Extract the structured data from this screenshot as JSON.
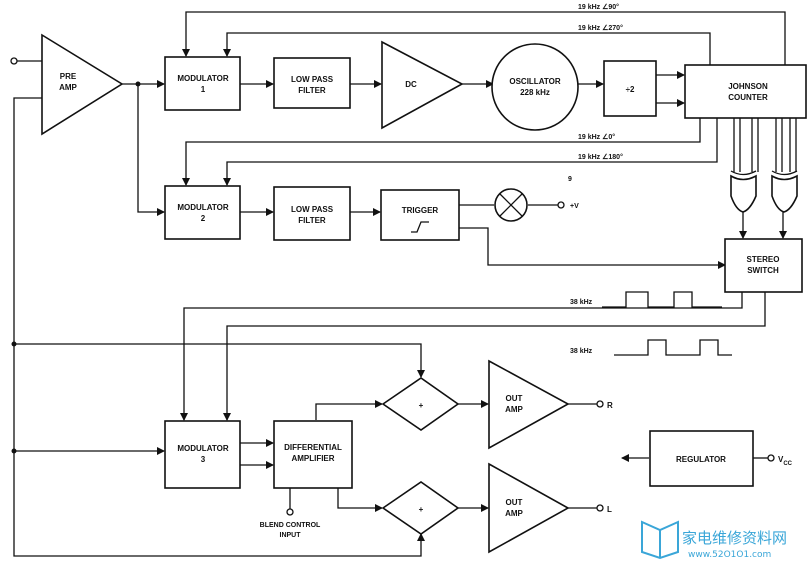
{
  "blocks": {
    "preamp": [
      "PRE",
      "AMP"
    ],
    "modulator1": [
      "MODULATOR",
      "1"
    ],
    "lpf1": [
      "LOW PASS",
      "FILTER"
    ],
    "dc": "DC",
    "oscillator": [
      "OSCILLATOR",
      "228 kHz"
    ],
    "divider": "÷2",
    "johnson": [
      "JOHNSON",
      "COUNTER"
    ],
    "modulator2": [
      "MODULATOR",
      "2"
    ],
    "lpf2": [
      "LOW PASS",
      "FILTER"
    ],
    "trigger": "TRIGGER",
    "stereo_switch": [
      "STEREO",
      "SWITCH"
    ],
    "modulator3": [
      "MODULATOR",
      "3"
    ],
    "diff_amp": [
      "DIFFERENTIAL",
      "AMPLIFIER"
    ],
    "sum_r": "+",
    "sum_l": "+",
    "out_amp_r": [
      "OUT",
      "AMP"
    ],
    "out_amp_l": [
      "OUT",
      "AMP"
    ],
    "regulator": "REGULATOR"
  },
  "labels": {
    "f19_90": "19 kHz ∠90°",
    "f19_270": "19 kHz ∠270°",
    "f19_0": "19 kHz ∠0°",
    "f19_180": "19 kHz ∠180°",
    "f38_a": "38 kHz",
    "f38_b": "38 kHz",
    "pin9": "9",
    "plus_v": "+V",
    "out_r": "R",
    "out_l": "L",
    "vcc": "V",
    "vcc_sub": "CC",
    "blend": [
      "BLEND CONTROL",
      "INPUT"
    ]
  },
  "watermark": {
    "text": "家电维修资料网",
    "url": "www.52O1O1.com"
  }
}
